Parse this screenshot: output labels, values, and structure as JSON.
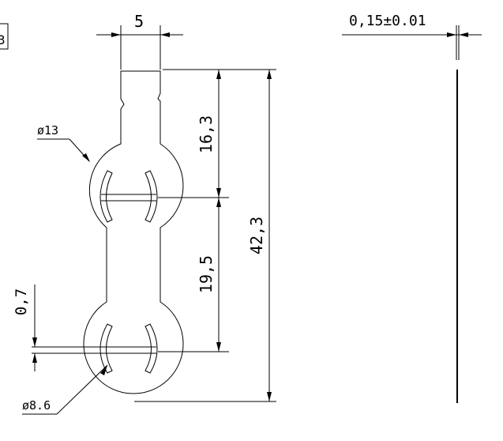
{
  "corner_label": "3",
  "dimensions": {
    "width": "5",
    "upper_height": "16,3",
    "lower_height": "19,5",
    "total_height": "42,3",
    "slot_gap": "0,7",
    "large_diameter": "ø13",
    "small_diameter": "ø8.6",
    "thickness": "0,15±0.01"
  }
}
